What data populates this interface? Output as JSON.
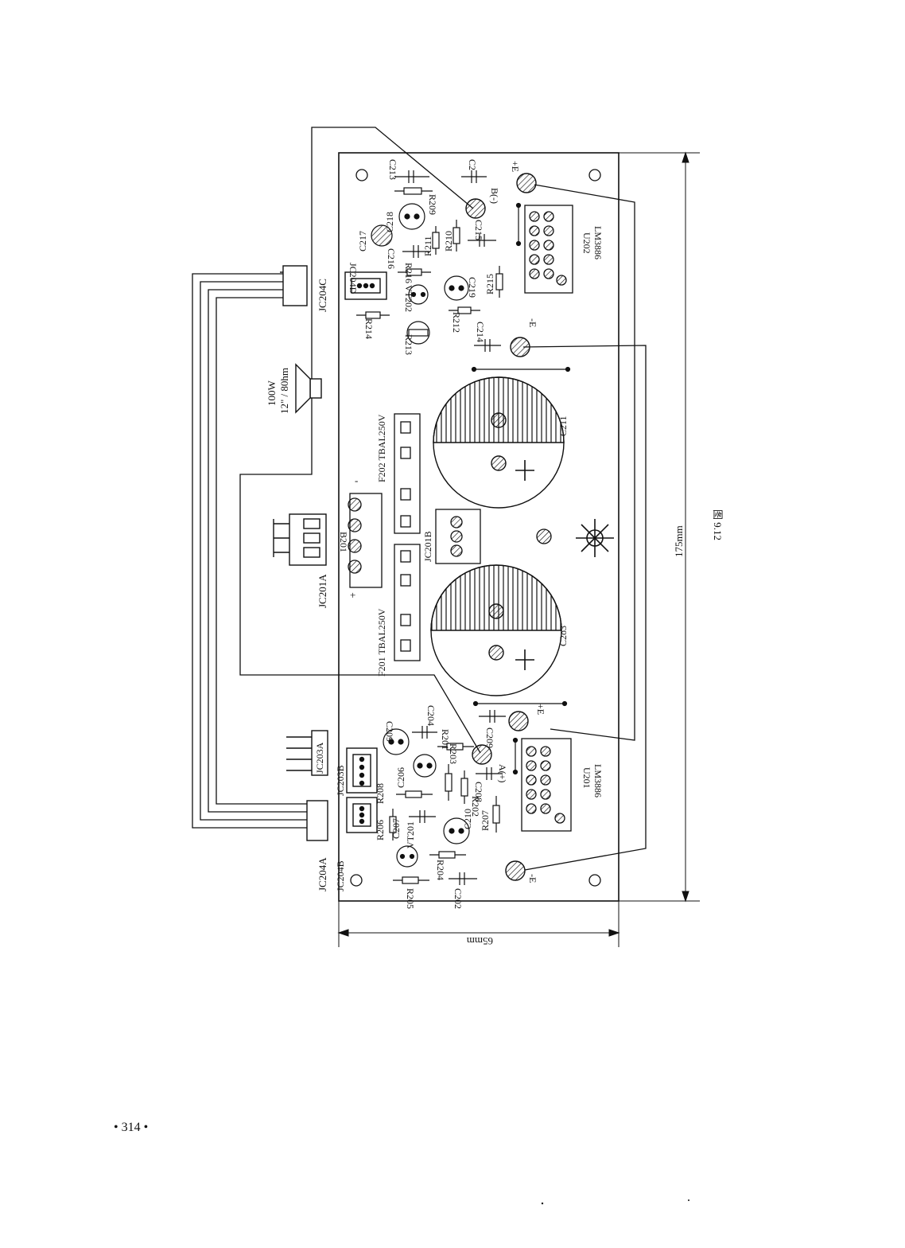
{
  "figure_caption": "图 9.12",
  "page_number": "• 314 •",
  "dimensions": {
    "length": "175mm",
    "width": "65mm"
  },
  "speaker": {
    "power": "100W",
    "spec": "12\" / 80hm"
  },
  "connectors": {
    "jc201a": "JC201A",
    "jc203a": "JC203A",
    "jc203b": "JC203B",
    "jc204a": "JC204A",
    "jc204b": "JC204B",
    "jc204c": "JC204C",
    "jc204d": "JC204D",
    "jc201b": "JC201B"
  },
  "fuses": {
    "f201": "F201 TBAL250V",
    "f202": "F202 TBAL250V"
  },
  "bridge": {
    "label": "B201",
    "plus": "+",
    "minus": "-"
  },
  "ics": {
    "u201": "U201",
    "u201_part": "LM3886",
    "u202": "U202",
    "u202_part": "LM3886"
  },
  "big_caps": {
    "c211": "C211",
    "c203": "C2o3"
  },
  "pads": {
    "pos_e_top": "+E",
    "neg_e_mid": "-E",
    "pos_e_bottom": "+E",
    "neg_e_bottom": "-E",
    "b_minus": "B(-)",
    "a_plus": "A(+)"
  },
  "transistors": {
    "vt201": "VT201",
    "vt202": "VT202"
  },
  "components_top": {
    "c213": "C213",
    "c2": "C2",
    "r209": "R209",
    "c218": "C218",
    "c217": "C217",
    "r211": "R211",
    "r210": "R210",
    "c215": "C215",
    "c216": "C216",
    "r216": "R216",
    "c219": "C219",
    "r215": "R215",
    "r214": "R214",
    "r212": "R212",
    "r213": "R213",
    "c214": "C214"
  },
  "components_bottom": {
    "c209a": "C209",
    "c204": "C204",
    "r201": "R201",
    "c206": "C206",
    "r203": "R203",
    "c209b": "C209",
    "r208": "R208",
    "r206": "R206",
    "c207": "C207",
    "r202": "R202",
    "c208": "C208",
    "r207": "R207",
    "c210": "C210",
    "r204": "R204",
    "r205": "R205",
    "c202": "C202"
  }
}
